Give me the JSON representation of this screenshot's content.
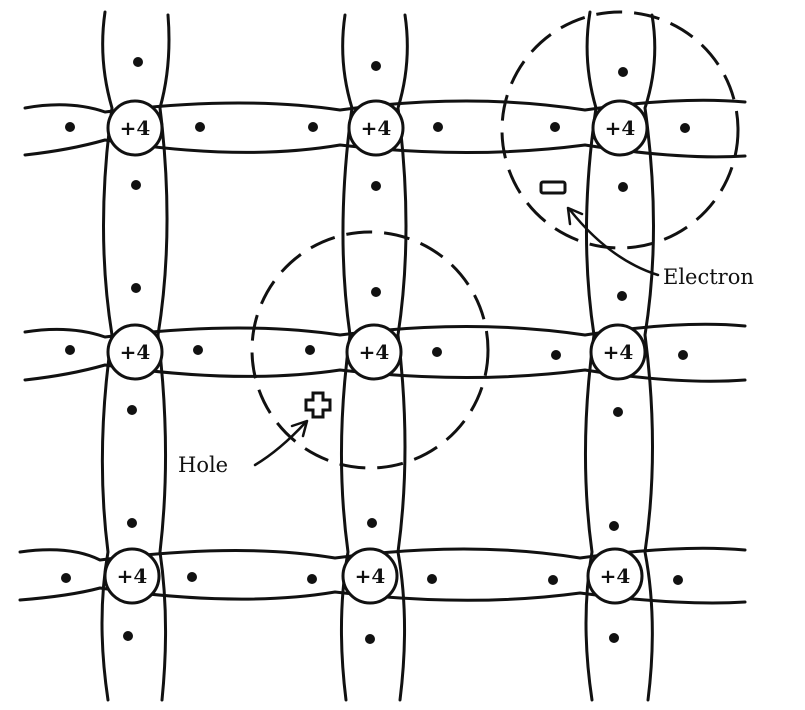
{
  "nucleus_charge": "+4",
  "labels": {
    "electron": "Electron",
    "hole": "Hole"
  },
  "carriers": {
    "electron_symbol": "−",
    "hole_symbol": "+"
  },
  "colors": {
    "ink": "#111111",
    "background": "#ffffff"
  }
}
